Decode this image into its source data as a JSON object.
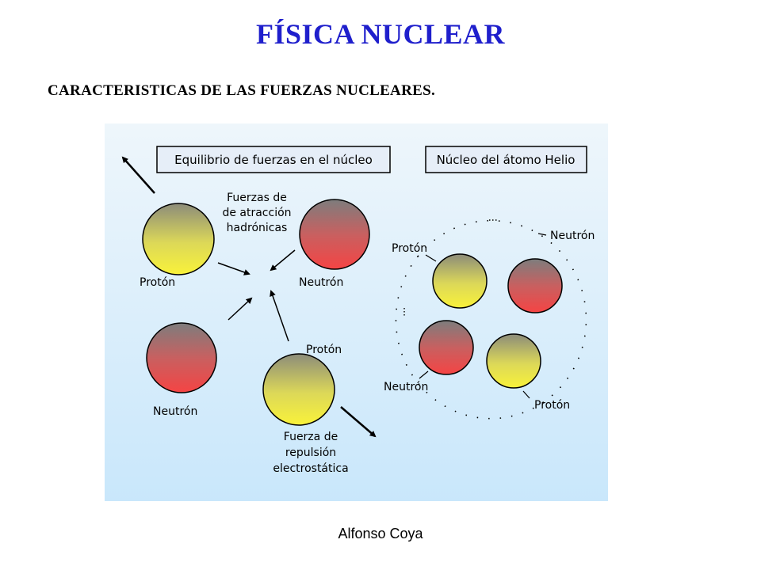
{
  "slide": {
    "title": "FÍSICA NUCLEAR",
    "subtitle": "CARACTERISTICAS DE LAS FUERZAS NUCLEARES.",
    "footer": "Alfonso Coya"
  },
  "diagram": {
    "box_equilibrium": "Equilibrio de fuerzas en el núcleo",
    "box_helium": "Núcleo del átomo Helio",
    "attraction_label": [
      "Fuerzas de",
      "de atracción",
      "hadrónicas"
    ],
    "repulsion_label": [
      "Fuerza de",
      "repulsión",
      "electrostática"
    ],
    "proton_label": "Protón",
    "neutron_label": "Neutrón",
    "colors": {
      "proton": "#f7ee3c",
      "neutron": "#f24848",
      "background_top": "#eef6fb",
      "background_bottom": "#c9e7fb"
    }
  }
}
